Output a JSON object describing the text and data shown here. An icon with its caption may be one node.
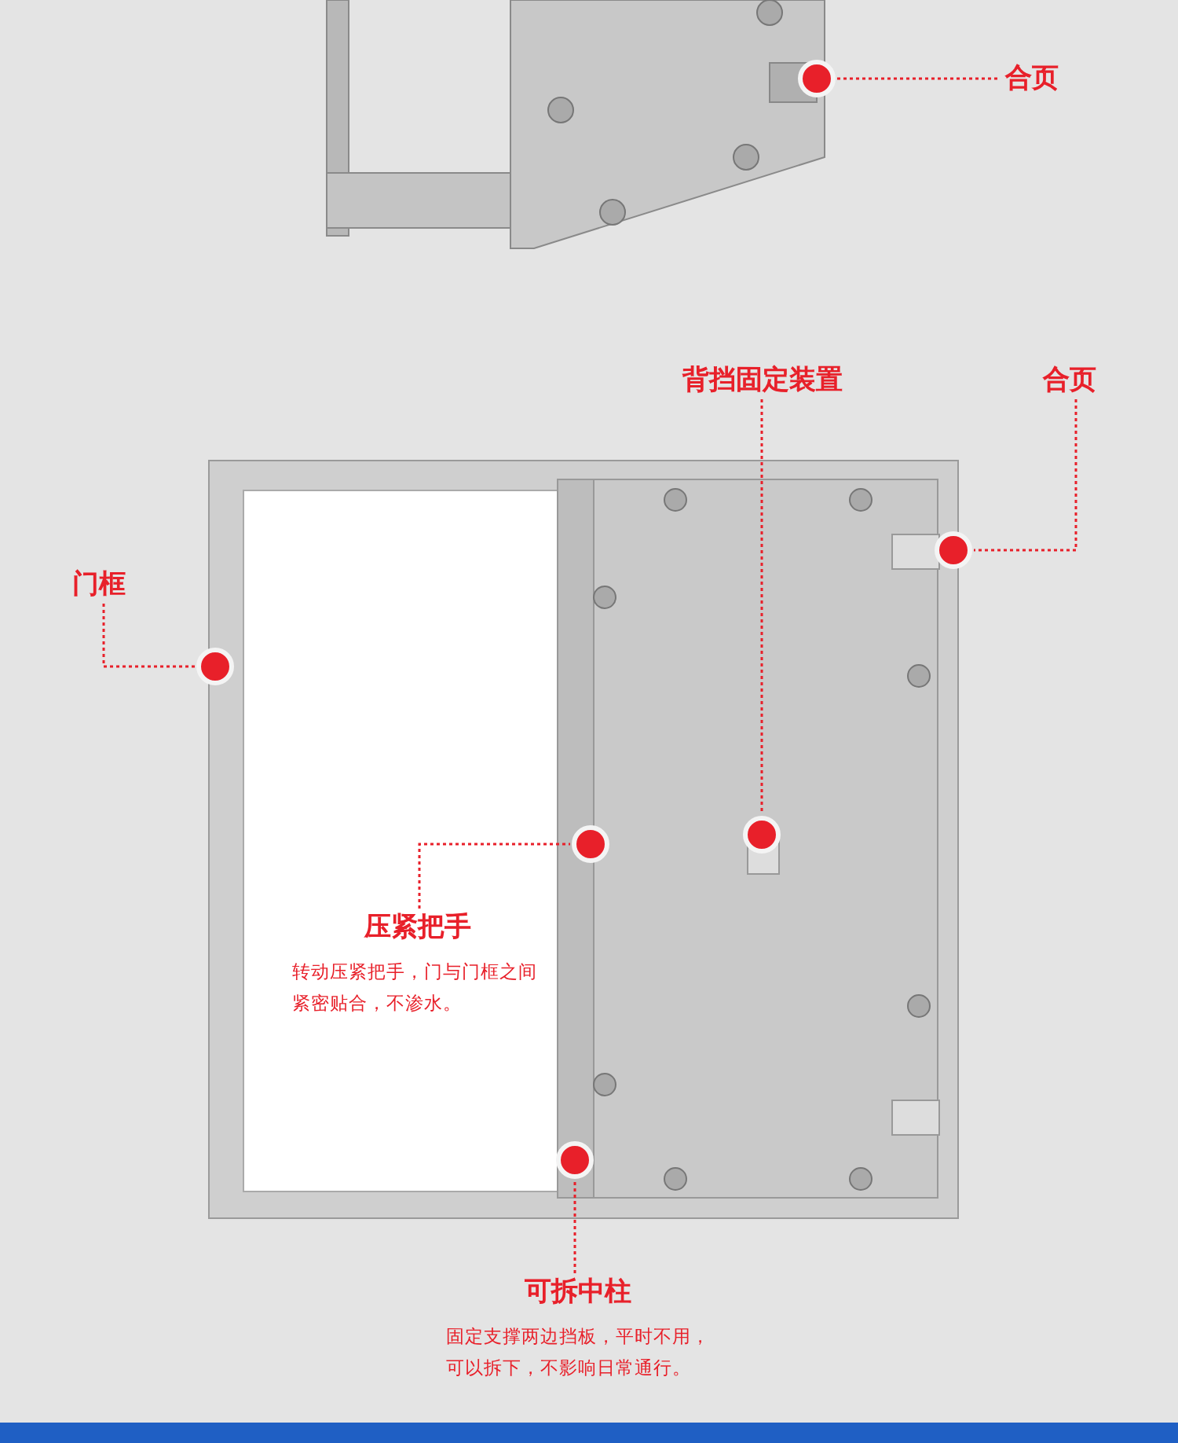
{
  "diagram": {
    "nodes": [
      {
        "text": [
          "合页"
        ]
      },
      {
        "text": [],
        "shape": "circle"
      },
      {
        "text": [
          "背挡固定装置"
        ]
      },
      {
        "text": [],
        "shape": "circle"
      },
      {
        "text": [
          "合页"
        ]
      },
      {
        "text": [],
        "shape": "circle"
      },
      {
        "text": [
          "门框"
        ]
      },
      {
        "text": [],
        "shape": "circle"
      },
      {
        "text": [
          "压紧把手",
          "转动压紧把手，门与门框之间紧密贴合，不渗水。"
        ]
      },
      {
        "text": [],
        "shape": "circle"
      },
      {
        "text": [
          "可拆中柱",
          "固定支撑两边挡板，平时不用，可以拆下，不影响日常通行。"
        ]
      },
      {
        "text": [],
        "shape": "circle"
      }
    ],
    "edges": [
      {
        "from": 0,
        "to": 1,
        "arrow": "none",
        "style": "dashed"
      },
      {
        "from": 2,
        "to": 3,
        "arrow": "none",
        "style": "dashed"
      },
      {
        "from": 4,
        "to": 5,
        "arrow": "none",
        "style": "dashed"
      },
      {
        "from": 6,
        "to": 7,
        "arrow": "none",
        "style": "dashed"
      },
      {
        "from": 8,
        "to": 9,
        "arrow": "none",
        "style": "dashed"
      },
      {
        "from": 10,
        "to": 11,
        "arrow": "none",
        "style": "dashed"
      }
    ]
  }
}
